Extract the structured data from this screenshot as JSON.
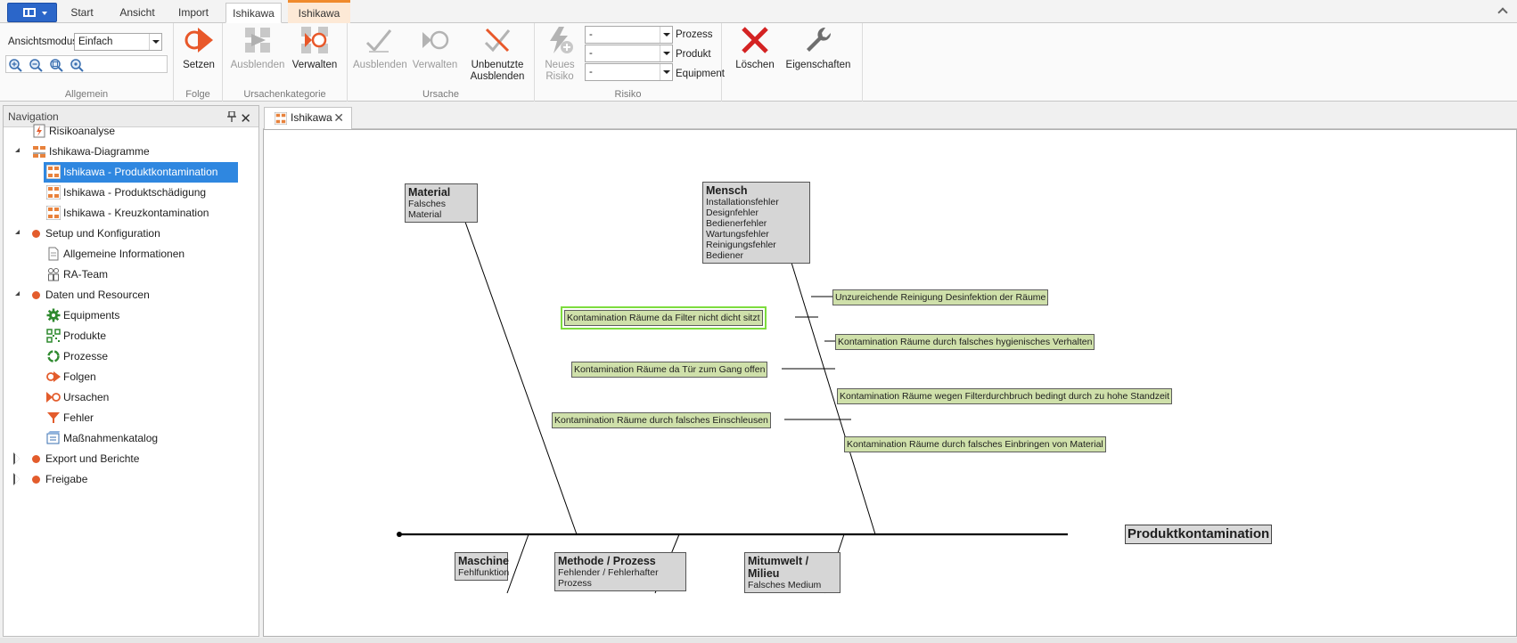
{
  "ribbon_tabs": [
    "Start",
    "Ansicht",
    "Import",
    "Ishikawa",
    "Ishikawa"
  ],
  "ribbon": {
    "allgemein": {
      "mode_label": "Ansichtsmodus",
      "mode_value": "Einfach",
      "group_label": "Allgemein",
      "zoom_icons": [
        "zoom-in-icon",
        "zoom-out-icon",
        "zoom-fit-icon",
        "zoom-reset-icon"
      ]
    },
    "folge": {
      "setzen": "Setzen",
      "group_label": "Folge"
    },
    "ursachenkategorie": {
      "ausblenden": "Ausblenden",
      "verwalten": "Verwalten",
      "group_label": "Ursachenkategorie"
    },
    "ursache": {
      "ausblenden": "Ausblenden",
      "verwalten": "Verwalten",
      "unbenutzte_line1": "Unbenutzte",
      "unbenutzte_line2": "Ausblenden",
      "group_label": "Ursache"
    },
    "risiko": {
      "neues_line1": "Neues",
      "neues_line2": "Risiko",
      "prozess_value": "-",
      "prozess_label": "Prozess",
      "produkt_value": "-",
      "produkt_label": "Produkt",
      "equipment_value": "-",
      "equipment_label": "Equipment",
      "group_label": "Risiko"
    },
    "extra": {
      "loeschen": "Löschen",
      "eigenschaften": "Eigenschaften"
    }
  },
  "navigation": {
    "title": "Navigation",
    "items": [
      {
        "label": "Risikoanalyse"
      },
      {
        "label": "Ishikawa-Diagramme"
      },
      {
        "label": "Ishikawa - Produktkontamination"
      },
      {
        "label": "Ishikawa - Produktschädigung"
      },
      {
        "label": "Ishikawa - Kreuzkontamination"
      },
      {
        "label": "Setup und Konfiguration"
      },
      {
        "label": "Allgemeine Informationen"
      },
      {
        "label": "RA-Team"
      },
      {
        "label": "Daten und Resourcen"
      },
      {
        "label": "Equipments"
      },
      {
        "label": "Produkte"
      },
      {
        "label": "Prozesse"
      },
      {
        "label": "Folgen"
      },
      {
        "label": "Ursachen"
      },
      {
        "label": "Fehler"
      },
      {
        "label": "Maßnahmenkatalog"
      },
      {
        "label": "Export und Berichte"
      },
      {
        "label": "Freigabe"
      }
    ]
  },
  "document_tab": {
    "label": "Ishikawa"
  },
  "diagram": {
    "effect": "Produktkontamination",
    "categories": {
      "material": {
        "title": "Material",
        "items": [
          "Falsches Material"
        ]
      },
      "mensch": {
        "title": "Mensch",
        "items": [
          "Installationsfehler",
          "Designfehler",
          "Bedienerfehler",
          "Wartungsfehler",
          "Reinigungsfehler Bediener"
        ]
      },
      "maschine": {
        "title": "Maschine",
        "items": [
          "Fehlfunktion"
        ]
      },
      "methode": {
        "title": "Methode / Prozess",
        "items": [
          "Fehlender / Fehlerhafter Prozess"
        ]
      },
      "mitumwelt": {
        "title": "Mitumwelt / Milieu",
        "items": [
          "Falsches Medium"
        ]
      }
    },
    "causes": [
      "Unzureichende Reinigung Desinfektion der Räume",
      "Kontamination Räume da Filter nicht dicht sitzt",
      "Kontamination Räume durch falsches hygienisches Verhalten",
      "Kontamination Räume da Tür zum Gang offen",
      "Kontamination Räume wegen Filterdurchbruch bedingt durch zu hohe Standzeit",
      "Kontamination Räume durch falsches Einschleusen",
      "Kontamination Räume durch falsches Einbringen von Material"
    ]
  },
  "colors": {
    "accent": "#2f87e0",
    "cause_fill": "#cfe0aa",
    "category_fill": "#d6d6d6",
    "selection_outline": "#7ddc3e",
    "context_tab": "#f08a2c"
  }
}
